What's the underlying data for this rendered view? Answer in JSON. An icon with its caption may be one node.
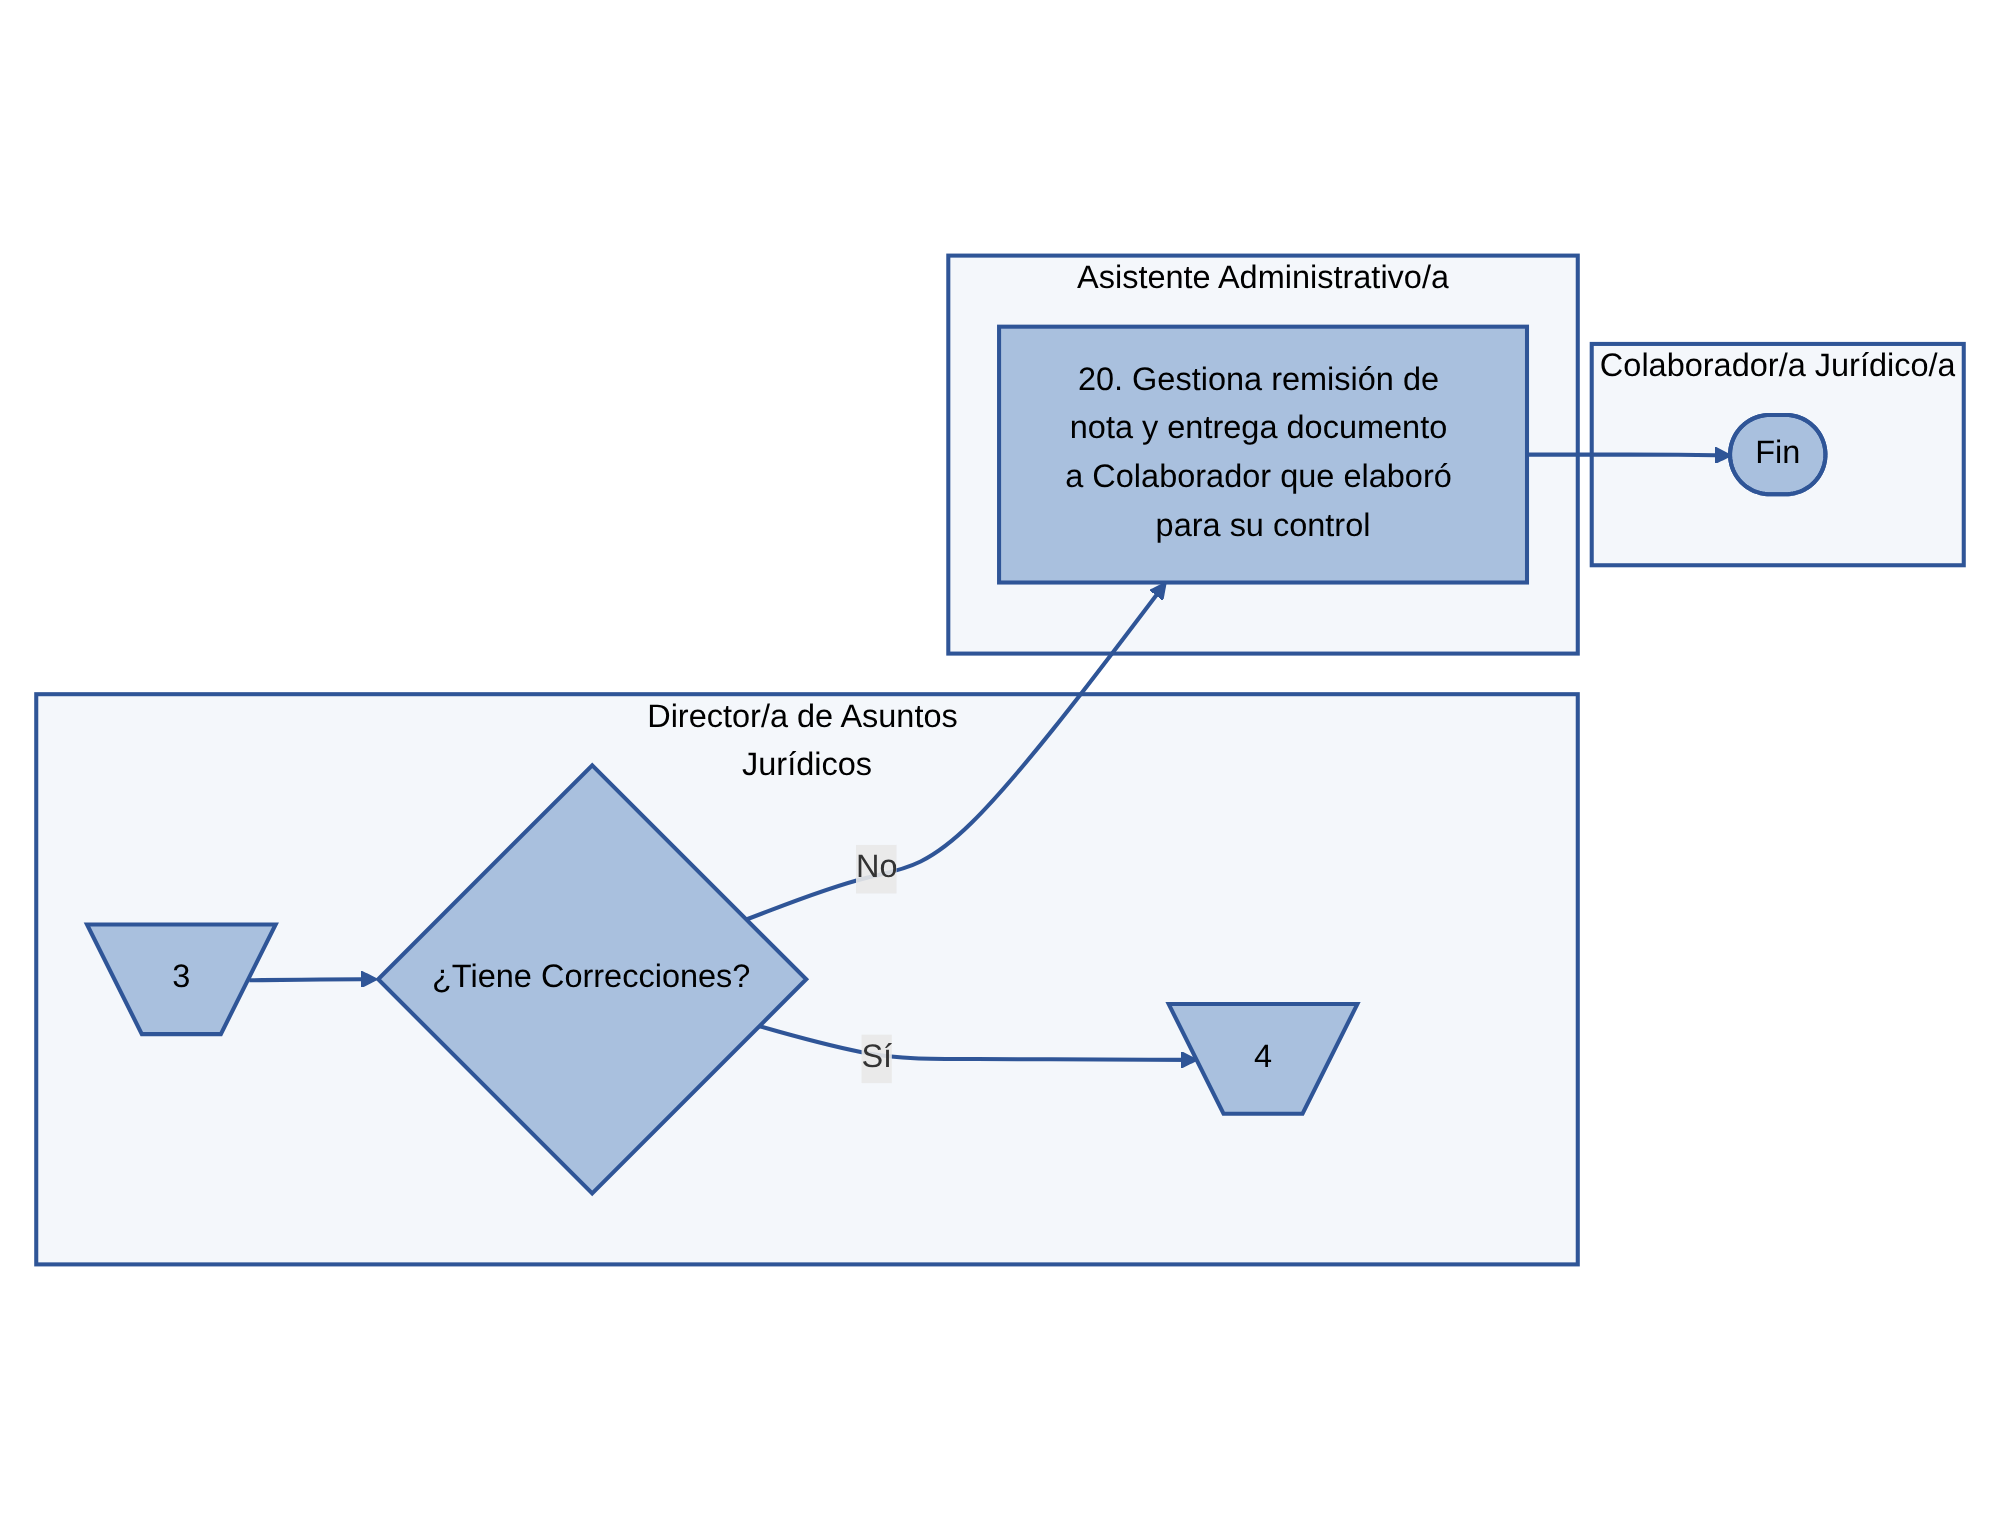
{
  "diagram": {
    "nodes": [
      {
        "text": [
          "Director/a de Asuntos Jurídicos"
        ]
      },
      {
        "text": [
          "Asistente Administrativo/a"
        ]
      },
      {
        "text": [
          "Colaborador/a Jurídico/a"
        ]
      },
      {
        "text": [
          "3"
        ],
        "in": 0
      },
      {
        "text": [
          "¿Tiene Correcciones?"
        ],
        "in": 0
      },
      {
        "text": [
          "4"
        ],
        "in": 0
      },
      {
        "text": [
          "20. Gestiona remisión de nota y entrega documento a Colaborador que elaboró para su control"
        ],
        "in": 1
      },
      {
        "text": [
          "Fin"
        ],
        "in": 2
      }
    ],
    "edges": [
      {
        "from": 3,
        "to": 4,
        "arrow": "to"
      },
      {
        "from": 4,
        "to": 6,
        "label": "No",
        "arrow": "to"
      },
      {
        "from": 4,
        "to": 5,
        "label": "Sí",
        "arrow": "to"
      },
      {
        "from": 6,
        "to": 7,
        "arrow": "to"
      }
    ]
  }
}
